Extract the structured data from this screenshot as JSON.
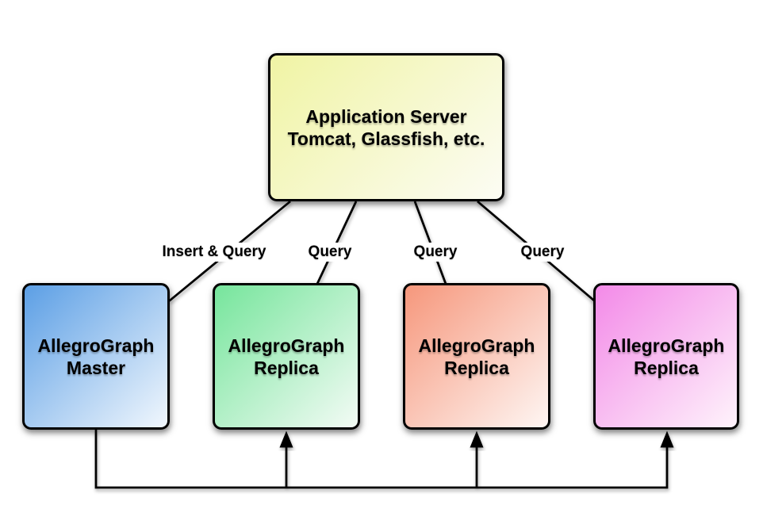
{
  "diagram": {
    "background_color": "#ffffff",
    "line_color": "#000000",
    "border_color": "#000000",
    "nodes": [
      {
        "id": "app-server",
        "line1": "Application Server",
        "line2": "Tomcat, Glassfish, etc.",
        "gradient_from": "#f0f4a4",
        "gradient_to": "#fcfcf4"
      },
      {
        "id": "master",
        "line1": "AllegroGraph",
        "line2": "Master",
        "gradient_from": "#5c9fe5",
        "gradient_to": "#f1f7fd"
      },
      {
        "id": "replica-1",
        "line1": "AllegroGraph",
        "line2": "Replica",
        "gradient_from": "#76e59c",
        "gradient_to": "#f3fbf5"
      },
      {
        "id": "replica-2",
        "line1": "AllegroGraph",
        "line2": "Replica",
        "gradient_from": "#f6977c",
        "gradient_to": "#fef6f3"
      },
      {
        "id": "replica-3",
        "line1": "AllegroGraph",
        "line2": "Replica",
        "gradient_from": "#f38ae8",
        "gradient_to": "#fef3fb"
      }
    ],
    "edge_labels": [
      {
        "id": "insert-query",
        "text": "Insert & Query"
      },
      {
        "id": "query-1",
        "text": "Query"
      },
      {
        "id": "query-2",
        "text": "Query"
      },
      {
        "id": "query-3",
        "text": "Query"
      }
    ]
  }
}
